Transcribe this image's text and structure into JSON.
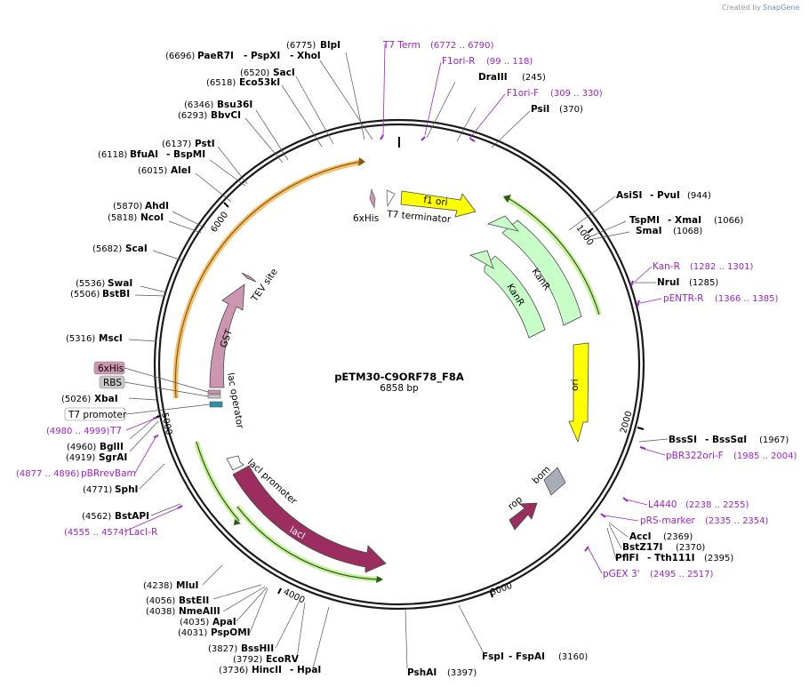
{
  "plasmid": {
    "name": "pETM30-C9ORF78_F8A",
    "size": "6858 bp"
  },
  "credit": {
    "created_by": "Created by",
    "brand": "SnapGene"
  },
  "ticks": [
    "1000",
    "2000",
    "3000",
    "4000",
    "5000",
    "6000"
  ],
  "features": {
    "six_his_top": "6xHis",
    "t7_terminator": "T7 terminator",
    "f1_ori": "f1 ori",
    "kanr_outer": "KanR",
    "kanr_inner": "KanR",
    "ori": "ori",
    "bom": "bom",
    "rop": "rop",
    "laci": "lacI",
    "laci_promoter": "lacI promoter",
    "gst": "GST",
    "tev_site": "TEV site",
    "lac_operator": "lac operator"
  },
  "boxed_features": {
    "six_his": "6xHis",
    "rbs": "RBS",
    "t7_promoter": "T7 promoter"
  },
  "enzymes": {
    "blpi": {
      "pos": "(6775)",
      "name": "BlpI"
    },
    "paer7i": {
      "pos": "(6696)",
      "name": "PaeR7I",
      "alt1": "- PspXI",
      "alt2": "- XhoI"
    },
    "saci": {
      "pos": "(6520)",
      "name": "SacI"
    },
    "eco53ki": {
      "pos": "(6518)",
      "name": "Eco53kI"
    },
    "bsu36i": {
      "pos": "(6346)",
      "name": "Bsu36I"
    },
    "bbvci": {
      "pos": "(6293)",
      "name": "BbvCI"
    },
    "psti": {
      "pos": "(6137)",
      "name": "PstI"
    },
    "bfuai": {
      "pos": "(6118)",
      "name": "BfuAI",
      "alt": "- BspMI"
    },
    "alei": {
      "pos": "(6015)",
      "name": "AleI"
    },
    "ahdi": {
      "pos": "(5870)",
      "name": "AhdI"
    },
    "ncoi": {
      "pos": "(5818)",
      "name": "NcoI"
    },
    "scai": {
      "pos": "(5682)",
      "name": "ScaI"
    },
    "swai": {
      "pos": "(5536)",
      "name": "SwaI"
    },
    "bstbi": {
      "pos": "(5506)",
      "name": "BstBI"
    },
    "msci": {
      "pos": "(5316)",
      "name": "MscI"
    },
    "xbai": {
      "pos": "(5026)",
      "name": "XbaI"
    },
    "bglii": {
      "pos": "(4960)",
      "name": "BglII"
    },
    "sgrai": {
      "pos": "(4919)",
      "name": "SgrAI"
    },
    "sphi": {
      "pos": "(4771)",
      "name": "SphI"
    },
    "bstapi": {
      "pos": "(4562)",
      "name": "BstAPI"
    },
    "mlui": {
      "pos": "(4238)",
      "name": "MluI"
    },
    "bsteii": {
      "pos": "(4056)",
      "name": "BstEII"
    },
    "nmeaiii": {
      "pos": "(4038)",
      "name": "NmeAIII"
    },
    "apai": {
      "pos": "(4035)",
      "name": "ApaI"
    },
    "pspomi": {
      "pos": "(4031)",
      "name": "PspOMI"
    },
    "bsshii": {
      "pos": "(3827)",
      "name": "BssHII"
    },
    "ecorv": {
      "pos": "(3792)",
      "name": "EcoRV"
    },
    "hincii": {
      "pos": "(3736)",
      "name": "HincII",
      "alt": "- HpaI"
    },
    "pshai": {
      "name": "PshAI",
      "pos": "(3397)"
    },
    "fspi": {
      "name": "FspI",
      "alt": "- FspAI",
      "pos": "(3160)"
    },
    "drai": {
      "name": "DraIII",
      "pos": "(245)"
    },
    "psii": {
      "name": "PsiI",
      "pos": "(370)"
    },
    "asisi": {
      "name": "AsiSI",
      "alt": "- PvuI",
      "pos": "(944)"
    },
    "tspmi": {
      "name": "TspMI",
      "alt": "- XmaI",
      "pos": "(1066)"
    },
    "smai": {
      "name": "SmaI",
      "pos": "(1068)"
    },
    "nrui": {
      "name": "NruI",
      "pos": "(1285)"
    },
    "bsssi": {
      "name": "BssSI",
      "alt": "- BssSαI",
      "pos": "(1967)"
    },
    "acci": {
      "name": "AccI",
      "pos": "(2369)"
    },
    "bstz17i": {
      "name": "BstZ17I",
      "pos": "(2370)"
    },
    "pflfi": {
      "name": "PflFI",
      "alt": "- Tth111I",
      "pos": "(2395)"
    }
  },
  "primers": {
    "t7_term": {
      "name": "T7 Term",
      "range": "(6772 .. 6790)"
    },
    "f1ori_r": {
      "name": "F1ori-R",
      "range": "(99 .. 118)"
    },
    "f1ori_f": {
      "name": "F1ori-F",
      "range": "(309 .. 330)"
    },
    "kan_r": {
      "name": "Kan-R",
      "range": "(1282 .. 1301)"
    },
    "pentr_r": {
      "name": "pENTR-R",
      "range": "(1366 .. 1385)"
    },
    "pbr322ori_f": {
      "name": "pBR322ori-F",
      "range": "(1985 .. 2004)"
    },
    "l4440": {
      "name": "L4440",
      "range": "(2238 .. 2255)"
    },
    "prs_marker": {
      "name": "pRS-marker",
      "range": "(2335 .. 2354)"
    },
    "pgex3": {
      "name": "pGEX 3'",
      "range": "(2495 .. 2517)"
    },
    "t7": {
      "name": "T7",
      "range": "(4980 .. 4999)"
    },
    "pbrrevbam": {
      "name": "pBRrevBam",
      "range": "(4877 .. 4896)"
    },
    "laci_r": {
      "name": "LacI-R",
      "range": "(4555 .. 4574)"
    }
  },
  "colors": {
    "backbone": "#1a1a1a",
    "primer": "#a020d0",
    "f1_ori": "#ffff00",
    "kanr": "#c8ffc8",
    "laci": "#9b2d5f",
    "gst": "#cc96b0",
    "orange_band": "#f5c06e",
    "green_band": "#a8d870"
  }
}
